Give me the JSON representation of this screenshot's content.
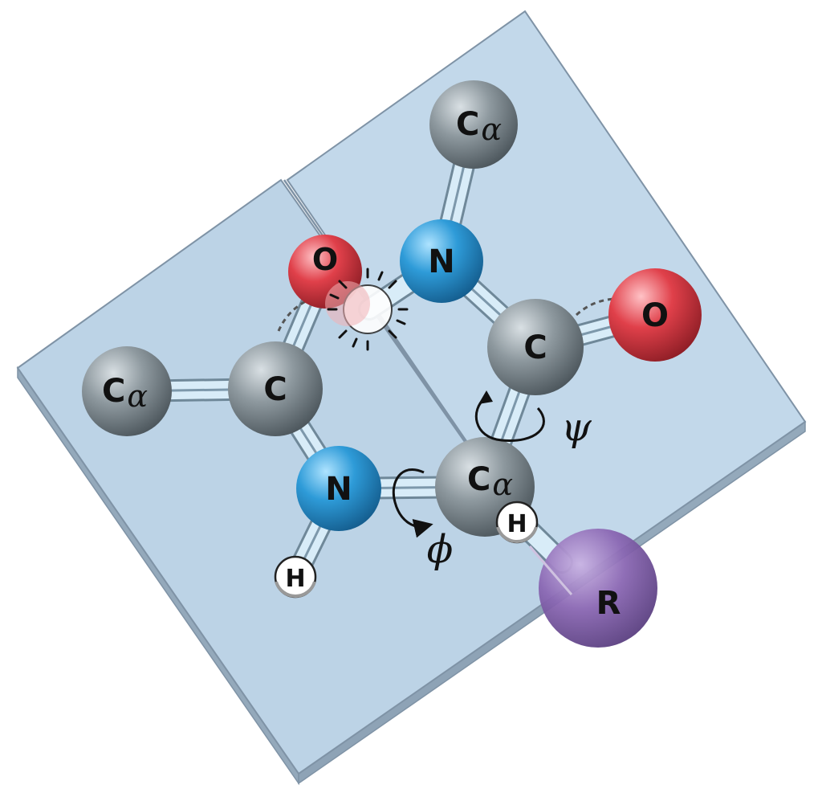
{
  "atoms": {
    "ca_left": {
      "symbol": "C",
      "sub": "α"
    },
    "c_left": {
      "symbol": "C"
    },
    "o_left": {
      "symbol": "O"
    },
    "n_top": {
      "symbol": "N"
    },
    "ca_top": {
      "symbol": "C",
      "sub": "α"
    },
    "c_right": {
      "symbol": "C"
    },
    "o_right": {
      "symbol": "O"
    },
    "n_bottom": {
      "symbol": "N"
    },
    "h_n": {
      "symbol": "H"
    },
    "ca_center": {
      "symbol": "C",
      "sub": "α"
    },
    "h_ca": {
      "symbol": "H"
    },
    "r_group": {
      "symbol": "R"
    }
  },
  "angles": {
    "phi": "ϕ",
    "psi": "ψ"
  },
  "colors": {
    "plane": "#bcd3e6",
    "plane_edge": "#7f93a6",
    "carbon": "#8c979d",
    "nitrogen": "#2e9bd8",
    "oxygen": "#e0404a",
    "hydrogen": "#ffffff",
    "r_group": "#8a67b3",
    "bond": "#d8ecf8"
  }
}
